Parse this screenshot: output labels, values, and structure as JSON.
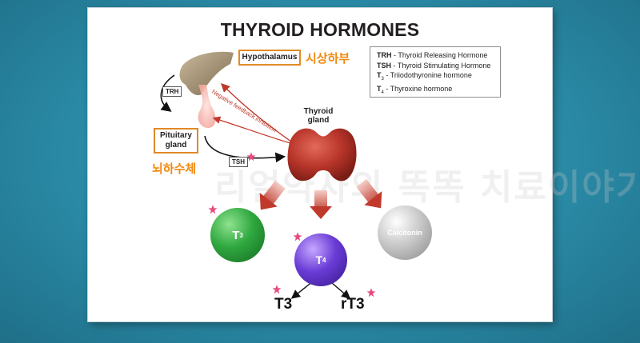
{
  "title": "THYROID HORMONES",
  "legend": [
    {
      "abbr": "TRH",
      "text": " - Thyroid Releasing Hormone"
    },
    {
      "abbr": "TSH",
      "text": " - Thyroid Stimulating Hormone"
    },
    {
      "abbr": "T",
      "sub": "3",
      "text": " - Triiodothyronine hormone"
    },
    {
      "abbr": "T",
      "sub": "4",
      "text": " - Thyroxine hormone"
    }
  ],
  "hypothalamus": {
    "label": "Hypothalamus",
    "korean": "시상하부"
  },
  "pituitary": {
    "line1": "Pituitary",
    "line2": "gland",
    "korean": "뇌하수체"
  },
  "thyroid": {
    "line1": "Thyroid",
    "line2": "gland"
  },
  "arrows": {
    "trh": "TRH",
    "tsh": "TSH",
    "feedback": "Negative feedback inhibition"
  },
  "hormones": {
    "t3": {
      "base": "T",
      "sub": "3"
    },
    "t4": {
      "base": "T",
      "sub": "4"
    },
    "calcitonin": "Calcitonin"
  },
  "products": {
    "t3": "T3",
    "rt3": "rT3"
  },
  "watermark": "리얼약사의 똑똑 치료이야기",
  "colors": {
    "orange": "#e08a26",
    "red_arrow": "#c0392b",
    "thyroid": "#c0392b",
    "t3_ball": "#2fa83f",
    "t4_ball": "#6a3cd6",
    "calcitonin_ball": "#c9c9c9",
    "star": "#e84a7f"
  }
}
